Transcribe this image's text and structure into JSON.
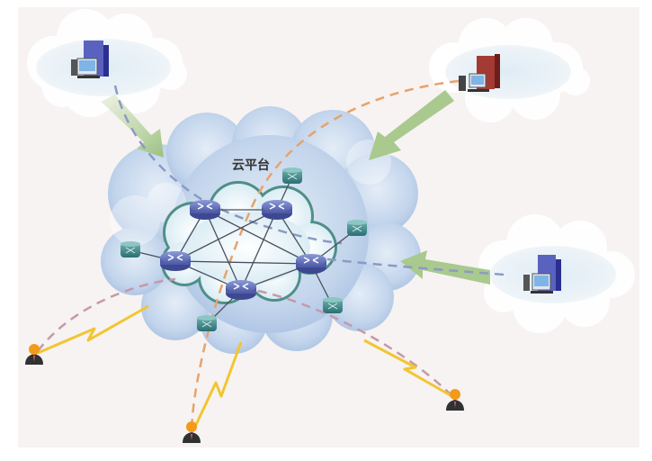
{
  "diagram": {
    "title_label": "云平台",
    "colors": {
      "background": "#f7f3f2",
      "outer_cloud": "#b9cde6",
      "inner_cloud": "#e8f3f8",
      "inner_cloud_outline": "#4f8f88",
      "site_cloud": "#e6f0f6",
      "router": "#6f7fc6",
      "switch": "#3f8a8c",
      "link": "#4a4f5e",
      "arrow": "#a9c98e",
      "lightning": "#f2c531",
      "dashed_orange": "#e8a26a",
      "dashed_blue": "#8b9ac4",
      "dashed_pink": "#c49aa8",
      "user_head": "#f39a1a",
      "user_body": "#2f3133",
      "building_blue": "#5a62c0",
      "building_red": "#a43a34"
    },
    "routers": [
      {
        "id": "R1"
      },
      {
        "id": "R2"
      },
      {
        "id": "R3"
      },
      {
        "id": "R4"
      },
      {
        "id": "R5"
      }
    ],
    "switches": [
      {
        "id": "S1"
      },
      {
        "id": "S2"
      },
      {
        "id": "S3"
      },
      {
        "id": "S4"
      },
      {
        "id": "S5"
      }
    ],
    "mesh_links": [
      [
        "R1",
        "R2"
      ],
      [
        "R1",
        "R3"
      ],
      [
        "R1",
        "R4"
      ],
      [
        "R1",
        "R5"
      ],
      [
        "R2",
        "R3"
      ],
      [
        "R2",
        "R4"
      ],
      [
        "R2",
        "R5"
      ],
      [
        "R3",
        "R4"
      ],
      [
        "R3",
        "R5"
      ],
      [
        "R4",
        "R5"
      ]
    ],
    "switch_links": [
      [
        "S1",
        "R2"
      ],
      [
        "S2",
        "R4"
      ],
      [
        "S3",
        "R3"
      ],
      [
        "S4",
        "R4"
      ],
      [
        "S5",
        "R5"
      ]
    ],
    "sites": [
      {
        "id": "site-top-left",
        "building": "blue"
      },
      {
        "id": "site-top-right",
        "building": "red"
      },
      {
        "id": "site-right",
        "building": "blue"
      }
    ],
    "users": [
      {
        "id": "user-left"
      },
      {
        "id": "user-bottom"
      },
      {
        "id": "user-bottom-right"
      }
    ]
  }
}
